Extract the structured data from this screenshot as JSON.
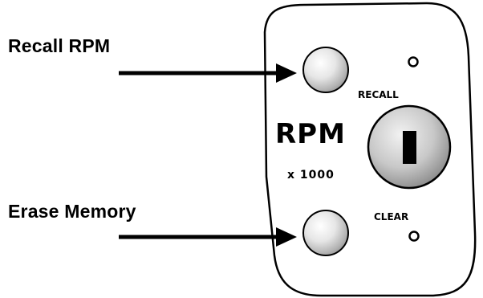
{
  "annotations": {
    "recall_label": "Recall RPM",
    "clear_label": "Erase Memory"
  },
  "panel": {
    "recall_button_label": "RECALL",
    "display_title": "RPM",
    "display_multiplier": "x 1000",
    "clear_button_label": "CLEAR"
  },
  "colors": {
    "ink": "#000000",
    "panel_fill": "#ffffff",
    "button_highlight": "#ffffff",
    "button_shadow": "#8a8a8a"
  }
}
